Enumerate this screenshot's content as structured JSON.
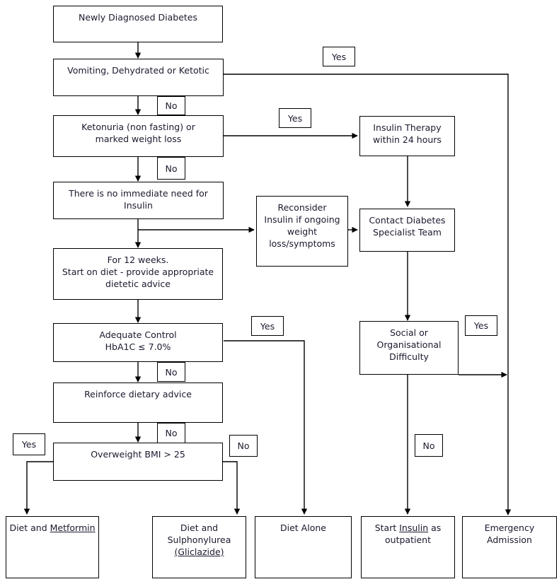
{
  "diagram": {
    "title": "Newly Diagnosed Diabetes management flowchart",
    "line_color": "#000000",
    "text_color": "#1a1a2e",
    "background": "#ffffff"
  },
  "nodes": {
    "newly_diagnosed": "Newly Diagnosed Diabetes",
    "vomiting": "Vomiting, Dehydrated or Ketotic",
    "ketonuria": "Ketonuria (non fasting) or\nmarked weight loss",
    "no_immediate_insulin": "There  is no immediate need for\nInsulin",
    "for_12_weeks": "For 12 weeks.\nStart on diet - provide appropriate\ndietetic advice",
    "adequate_control": "Adequate Control\nHbA1C ≤ 7.0%",
    "reinforce": "Reinforce dietary advice",
    "overweight": "Overweight BMI > 25",
    "reconsider": "Reconsider\nInsulin if ongoing\nweight\nloss/symptoms",
    "insulin_therapy": "Insulin Therapy\nwithin 24 hours",
    "contact_team": "Contact Diabetes\nSpecialist Team",
    "social_difficulty": "Social or\nOrganisational\nDifficulty",
    "diet_metformin_pre": "Diet and ",
    "diet_metformin_drug": "Metformin",
    "diet_sulphonylurea_line1": "Diet and",
    "diet_sulphonylurea_line2": "Sulphonylurea",
    "diet_sulphonylurea_drug": "(Gliclazide)",
    "diet_alone": "Diet Alone",
    "start_insulin_pre": "Start ",
    "start_insulin_drug": "Insulin",
    "start_insulin_post": " as\noutpatient",
    "emergency_admission": "Emergency\nAdmission"
  },
  "edge_labels": {
    "vomiting_yes": "Yes",
    "vomiting_no": "No",
    "ketonuria_yes": "Yes",
    "ketonuria_no": "No",
    "adequate_yes": "Yes",
    "adequate_no": "No",
    "reinforce_no": "No",
    "overweight_yes": "Yes",
    "overweight_no": "No",
    "social_yes": "Yes",
    "social_no": "No"
  },
  "flow": {
    "edges": [
      {
        "from": "newly_diagnosed",
        "to": "vomiting",
        "label": ""
      },
      {
        "from": "vomiting",
        "to": "emergency_admission",
        "label": "Yes"
      },
      {
        "from": "vomiting",
        "to": "ketonuria",
        "label": "No"
      },
      {
        "from": "ketonuria",
        "to": "insulin_therapy",
        "label": "Yes"
      },
      {
        "from": "ketonuria",
        "to": "no_immediate_insulin",
        "label": "No"
      },
      {
        "from": "no_immediate_insulin",
        "to": "reconsider",
        "label": ""
      },
      {
        "from": "no_immediate_insulin",
        "to": "for_12_weeks",
        "label": ""
      },
      {
        "from": "reconsider",
        "to": "contact_team",
        "label": ""
      },
      {
        "from": "insulin_therapy",
        "to": "contact_team",
        "label": ""
      },
      {
        "from": "contact_team",
        "to": "social_difficulty",
        "label": ""
      },
      {
        "from": "for_12_weeks",
        "to": "adequate_control",
        "label": ""
      },
      {
        "from": "adequate_control",
        "to": "diet_alone",
        "label": "Yes"
      },
      {
        "from": "adequate_control",
        "to": "reinforce",
        "label": "No"
      },
      {
        "from": "reinforce",
        "to": "overweight",
        "label": "No"
      },
      {
        "from": "overweight",
        "to": "diet_metformin",
        "label": "Yes"
      },
      {
        "from": "overweight",
        "to": "diet_sulphonylurea",
        "label": "No"
      },
      {
        "from": "social_difficulty",
        "to": "emergency_admission",
        "label": "Yes"
      },
      {
        "from": "social_difficulty",
        "to": "start_insulin",
        "label": "No"
      }
    ]
  }
}
